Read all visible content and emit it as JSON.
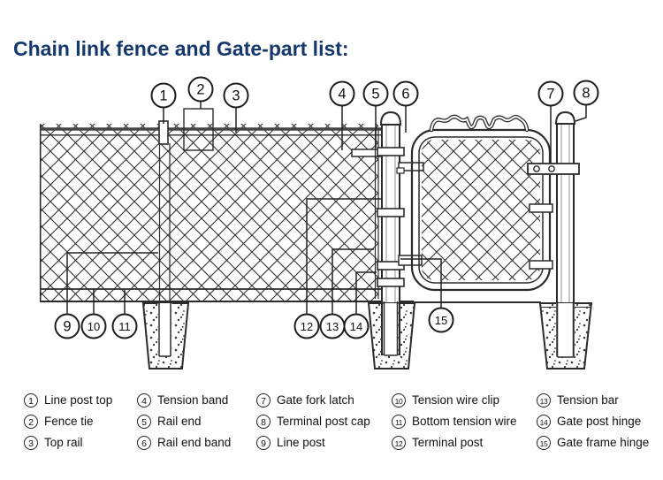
{
  "title": "Chain link fence and Gate-part list:",
  "colors": {
    "title": "#16396d",
    "line": "#2b2b2b"
  },
  "diagram": {
    "callout_numbers": [
      "1",
      "2",
      "3",
      "4",
      "5",
      "6",
      "7",
      "8",
      "9",
      "10",
      "11",
      "12",
      "13",
      "14",
      "15"
    ]
  },
  "legend": {
    "columns": [
      {
        "items": [
          {
            "num": "1",
            "label": "Line post top"
          },
          {
            "num": "2",
            "label": "Fence tie"
          },
          {
            "num": "3",
            "label": "Top rail"
          }
        ]
      },
      {
        "items": [
          {
            "num": "4",
            "label": "Tension band"
          },
          {
            "num": "5",
            "label": "Rail end"
          },
          {
            "num": "6",
            "label": "Rail end band"
          }
        ]
      },
      {
        "items": [
          {
            "num": "7",
            "label": "Gate fork latch"
          },
          {
            "num": "8",
            "label": "Terminal post cap"
          },
          {
            "num": "9",
            "label": "Line post"
          }
        ]
      },
      {
        "items": [
          {
            "num": "10",
            "label": "Tension wire clip"
          },
          {
            "num": "11",
            "label": "Bottom tension wire"
          },
          {
            "num": "12",
            "label": "Terminal post"
          }
        ]
      },
      {
        "items": [
          {
            "num": "13",
            "label": "Tension bar"
          },
          {
            "num": "14",
            "label": "Gate post hinge"
          },
          {
            "num": "15",
            "label": "Gate frame hinge"
          }
        ]
      }
    ]
  }
}
